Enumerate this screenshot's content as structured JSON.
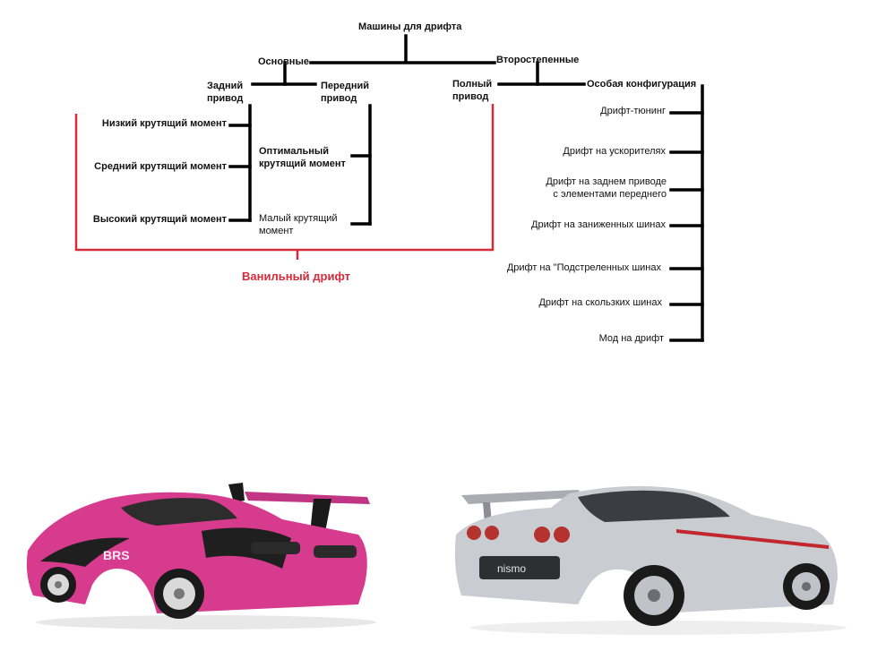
{
  "colors": {
    "line": "#000000",
    "vanilla": "#d62b3a",
    "car1": "#d63b8e",
    "car2": "#c9ccd1"
  },
  "tree": {
    "root": "Машины для дрифта",
    "primary": "Основные",
    "secondary": "Второстепенные",
    "rwd": [
      "Задний",
      "привод"
    ],
    "fwd": [
      "Передний",
      "привод"
    ],
    "awd": [
      "Полный",
      "привод"
    ],
    "special": "Особая конфигурация",
    "rwd_items": [
      "Низкий крутящий момент",
      "Средний крутящий момент",
      "Высокий крутящий момент"
    ],
    "fwd_items": [
      [
        "Оптимальный",
        "крутящий момент"
      ],
      [
        "Малый крутящий",
        "момент"
      ]
    ],
    "special_items": [
      "Дрифт-тюнинг",
      "Дрифт на ускорителях",
      [
        "Дрифт на заднем приводе",
        "с элементами переднего"
      ],
      "Дрифт на заниженных шинах",
      "Дрифт на \"Подстреленных шинах",
      "Дрифт на скользких шинах",
      "Мод на дрифт"
    ],
    "vanilla": "Ванильный дрифт"
  },
  "cars": [
    {
      "name": "pink-drift-car-image",
      "plate": "BRS"
    },
    {
      "name": "silver-sport-car-image",
      "plate": "nismo"
    }
  ]
}
